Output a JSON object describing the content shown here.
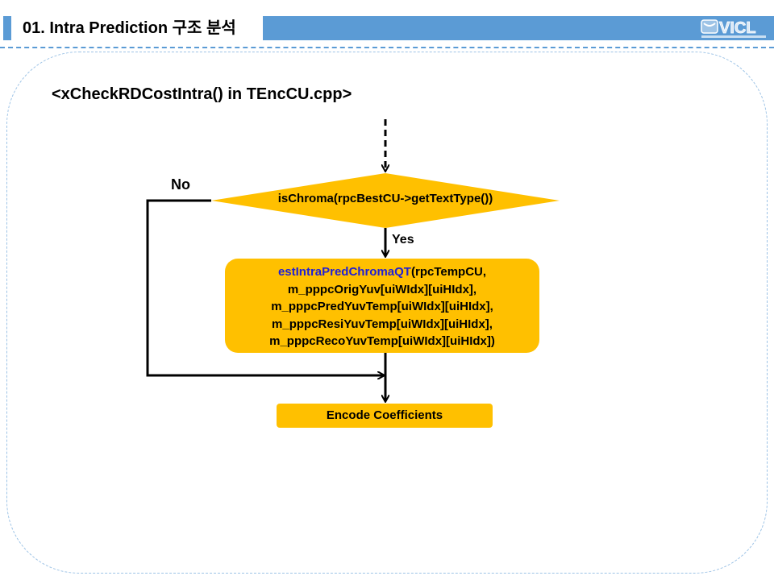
{
  "header": {
    "title": "01. Intra Prediction 구조 분석",
    "logo_text": "VICL"
  },
  "content": {
    "function_heading": "<xCheckRDCostIntra() in TEncCU.cpp>"
  },
  "flowchart": {
    "decision": {
      "label": "isChroma(rpcBestCU->getTextType())",
      "no_label": "No",
      "yes_label": "Yes"
    },
    "process": {
      "function_name": "estIntraPredChromaQT",
      "line1_rest": "(rpcTempCU,",
      "line2": "m_pppcOrigYuv[uiWIdx][uiHIdx],",
      "line3": "m_pppcPredYuvTemp[uiWIdx][uiHIdx],",
      "line4": "m_pppcResiYuvTemp[uiWIdx][uiHIdx],",
      "line5": "m_pppcRecoYuvTemp[uiWIdx][uiHIdx])"
    },
    "encode": {
      "label": "Encode Coefficients"
    }
  },
  "colors": {
    "accent_blue": "#5b9bd5",
    "frame_dash": "#9dc3e6",
    "flow_fill": "#ffc000",
    "function_name": "#1f1fd6"
  }
}
